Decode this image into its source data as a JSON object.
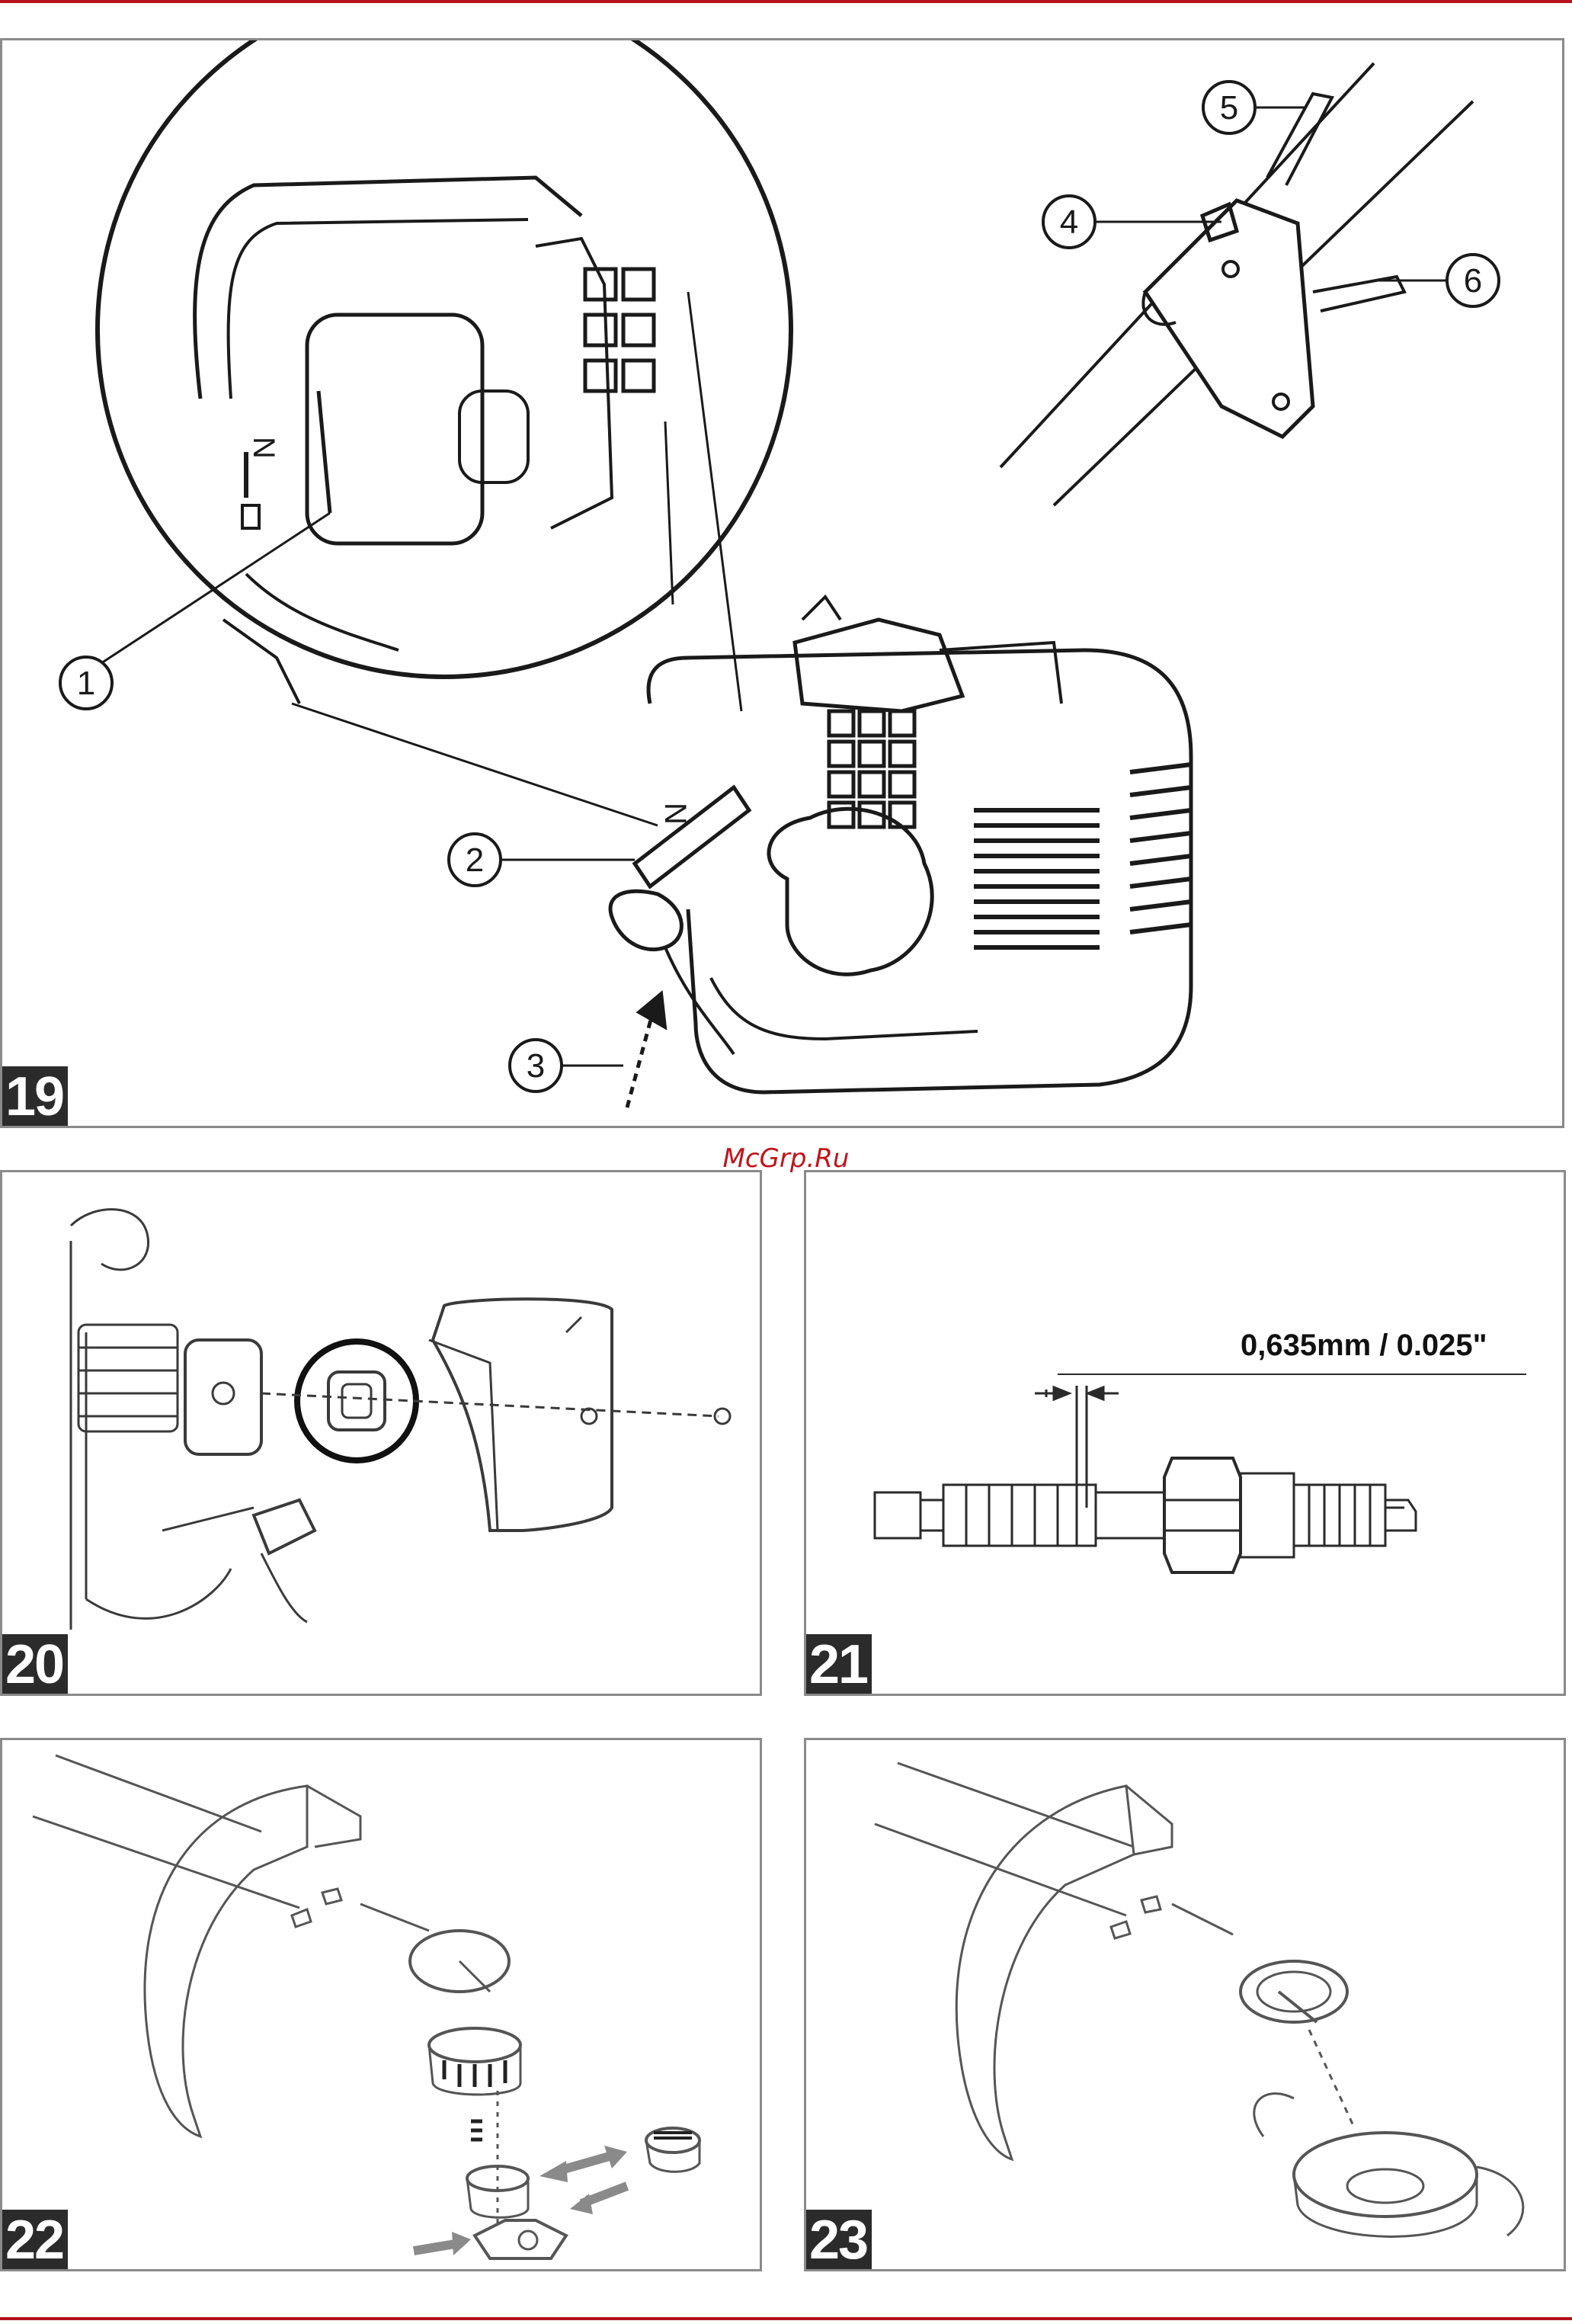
{
  "watermark": "McGrp.Ru",
  "figures": {
    "f19": {
      "number": "19",
      "callouts": [
        "1",
        "2",
        "3",
        "4",
        "5",
        "6"
      ]
    },
    "f20": {
      "number": "20"
    },
    "f21": {
      "number": "21",
      "gap_label": "0,635mm / 0.025\""
    },
    "f22": {
      "number": "22"
    },
    "f23": {
      "number": "23"
    }
  },
  "colors": {
    "accent_line": "#b5121b",
    "figure_badge": "#2b2b2b",
    "watermark": "#c0141c"
  }
}
